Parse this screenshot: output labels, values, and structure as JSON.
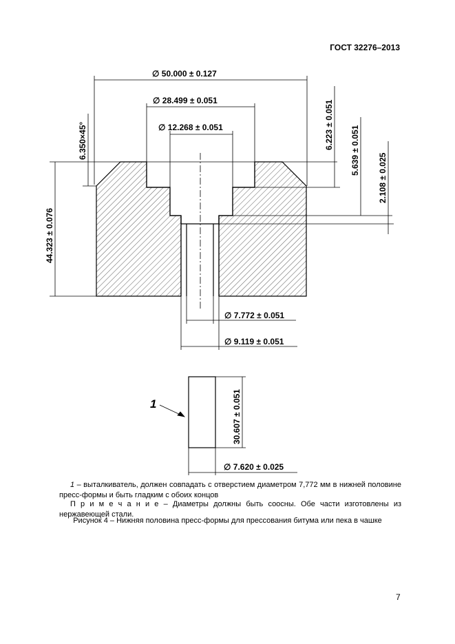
{
  "header": {
    "standard": "ГОСТ 32276–2013"
  },
  "drawing": {
    "dimensions": {
      "d_outer": "∅ 50.000 ± 0.127",
      "d_counterbore": "∅ 28.499 ± 0.051",
      "d_middle": "∅ 12.268 ± 0.051",
      "chamfer": "6.350×45°",
      "h_counterbore": "6.223 ± 0.051",
      "h_middle": "5.639 ± 0.051",
      "h_small": "2.108 ± 0.025",
      "h_total": "44.323 ± 0.076",
      "d_hole": "∅ 7.772 ± 0.051",
      "d_bore": "∅ 9.119 ± 0.051",
      "ejector_height": "30.607 ± 0.051",
      "ejector_diameter": "∅ 7.620 ± 0.025",
      "ejector_callout": "1"
    }
  },
  "caption": {
    "legend_number": "1",
    "legend_text": " – выталкиватель, должен совпадать с отверстием диаметром 7,772 мм в нижней половине пресс-формы и быть гладким с обоих концов",
    "note_label": "П р и м е ч а н и е",
    "note_text": "  – Диаметры должны быть соосны. Обе части изготовлены из нержавеющей стали.",
    "figure_title": "Рисунок 4 – Нижняя половина пресс-формы для прессования битума или пека в чашке"
  },
  "page_number": "7"
}
